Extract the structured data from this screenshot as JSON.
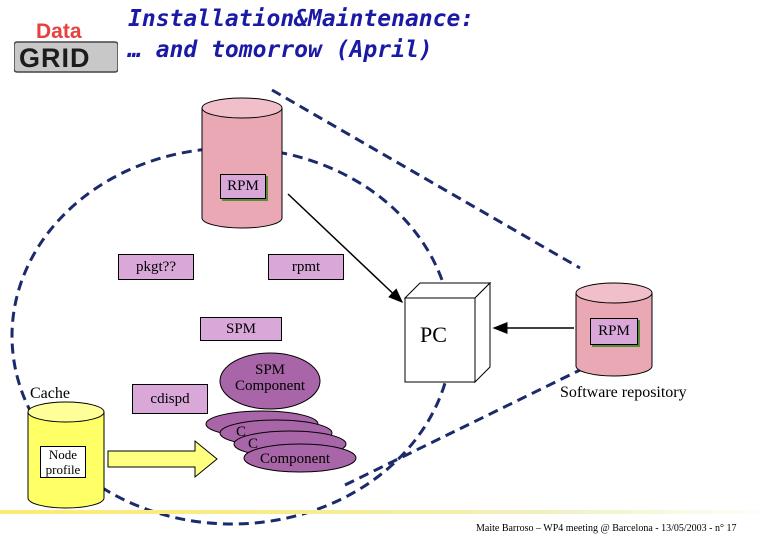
{
  "title": {
    "line1": "Installation&Maintenance:",
    "line2": "… and tomorrow (April)"
  },
  "logo": {
    "top": "Data",
    "bottom": "GRID"
  },
  "nodes": {
    "rpm_top": "RPM",
    "pkgt": "pkgt??",
    "rpmt": "rpmt",
    "spm": "SPM",
    "pc": "PC",
    "rpm_right": "RPM",
    "software_repository": "Software repository",
    "cache": "Cache",
    "cdispd": "cdispd",
    "spm_component": "SPM\nComponent",
    "component_c1": "C",
    "component_c2": "C",
    "component": "Component",
    "node_profile": "Node\nprofile"
  },
  "footer": "Maite Barroso – WP4 meeting @ Barcelona - 13/05/2003 - n° 17",
  "colors": {
    "title": "#1a1aa6",
    "cylinder": "#e9a8b3",
    "box": "#d9a8d9",
    "ellipse": "#a865a8",
    "cache_cylinder": "#ffff66",
    "arrow_fill": "#ffff80"
  }
}
